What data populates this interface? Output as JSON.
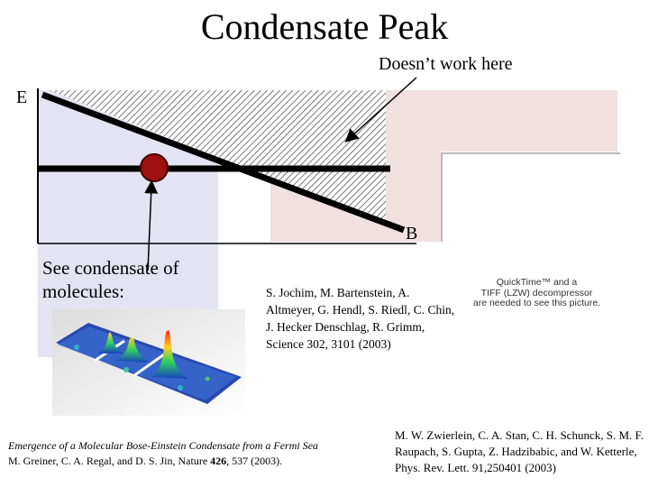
{
  "title": "Condensate Peak",
  "note_top": "Doesn’t work here",
  "axis_e": "E",
  "axis_b": "B",
  "see_text": "See condensate of molecules:",
  "ref1": "S. Jochim, M. Bartenstein, A. Altmeyer, G. Hendl, S. Riedl, C. Chin, J. Hecker Denschlag, R. Grimm, Science 302, 3101 (2003)",
  "quicktime_note": {
    "line1": "QuickTime™ and a",
    "line2": "TIFF (LZW) decompressor",
    "line3": "are needed to see this picture."
  },
  "ref2": {
    "title_italic": "Emergence of a Molecular Bose-Einstein Condensate from a Fermi Sea",
    "authors": "M. Greiner, C. A. Regal, and D. S. Jin, Nature ",
    "volume": "426",
    "pages": ", 537 (2003)."
  },
  "ref3": "M. W. Zwierlein, C. A. Stan, C. H. Schunck, S. M. F. Raupach, S. Gupta, Z. Hadzibabic, and W. Ketterle, Phys. Rev. Lett. 91,250401 (2003)",
  "colors": {
    "lavender_region": "#e3e3f1",
    "pink_region": "#f0e0e0",
    "hatch": "#333333",
    "dot": "#a01010",
    "lines": "#000000"
  }
}
